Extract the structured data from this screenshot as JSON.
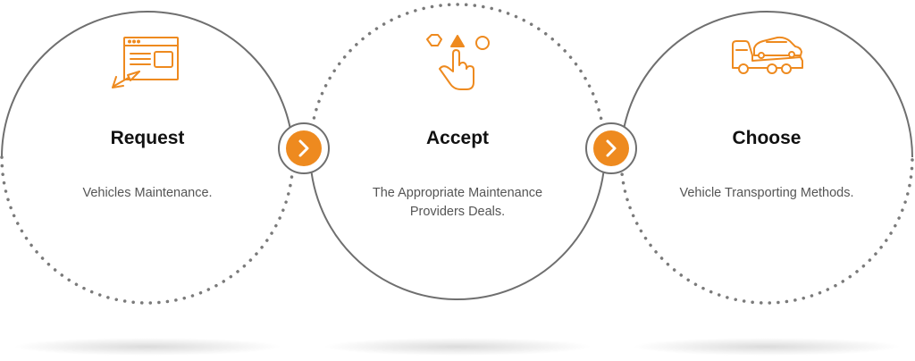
{
  "colors": {
    "accent": "#ee8a1f",
    "circle_stroke": "#6f6f6f",
    "dots": "#7a7a7a",
    "title": "#111111",
    "description": "#555555"
  },
  "steps": [
    {
      "title": "Request",
      "description": "Vehicles Maintenance.",
      "icon": "browser-click-icon"
    },
    {
      "title": "Accept",
      "description_lines": [
        "The Appropriate Maintenance",
        "Providers Deals."
      ],
      "icon": "hand-select-shapes-icon"
    },
    {
      "title": "Choose",
      "description": "Vehicle Transporting Methods.",
      "icon": "tow-truck-icon"
    }
  ],
  "connectors": [
    {
      "icon": "chevron-right-icon"
    },
    {
      "icon": "chevron-right-icon"
    }
  ]
}
